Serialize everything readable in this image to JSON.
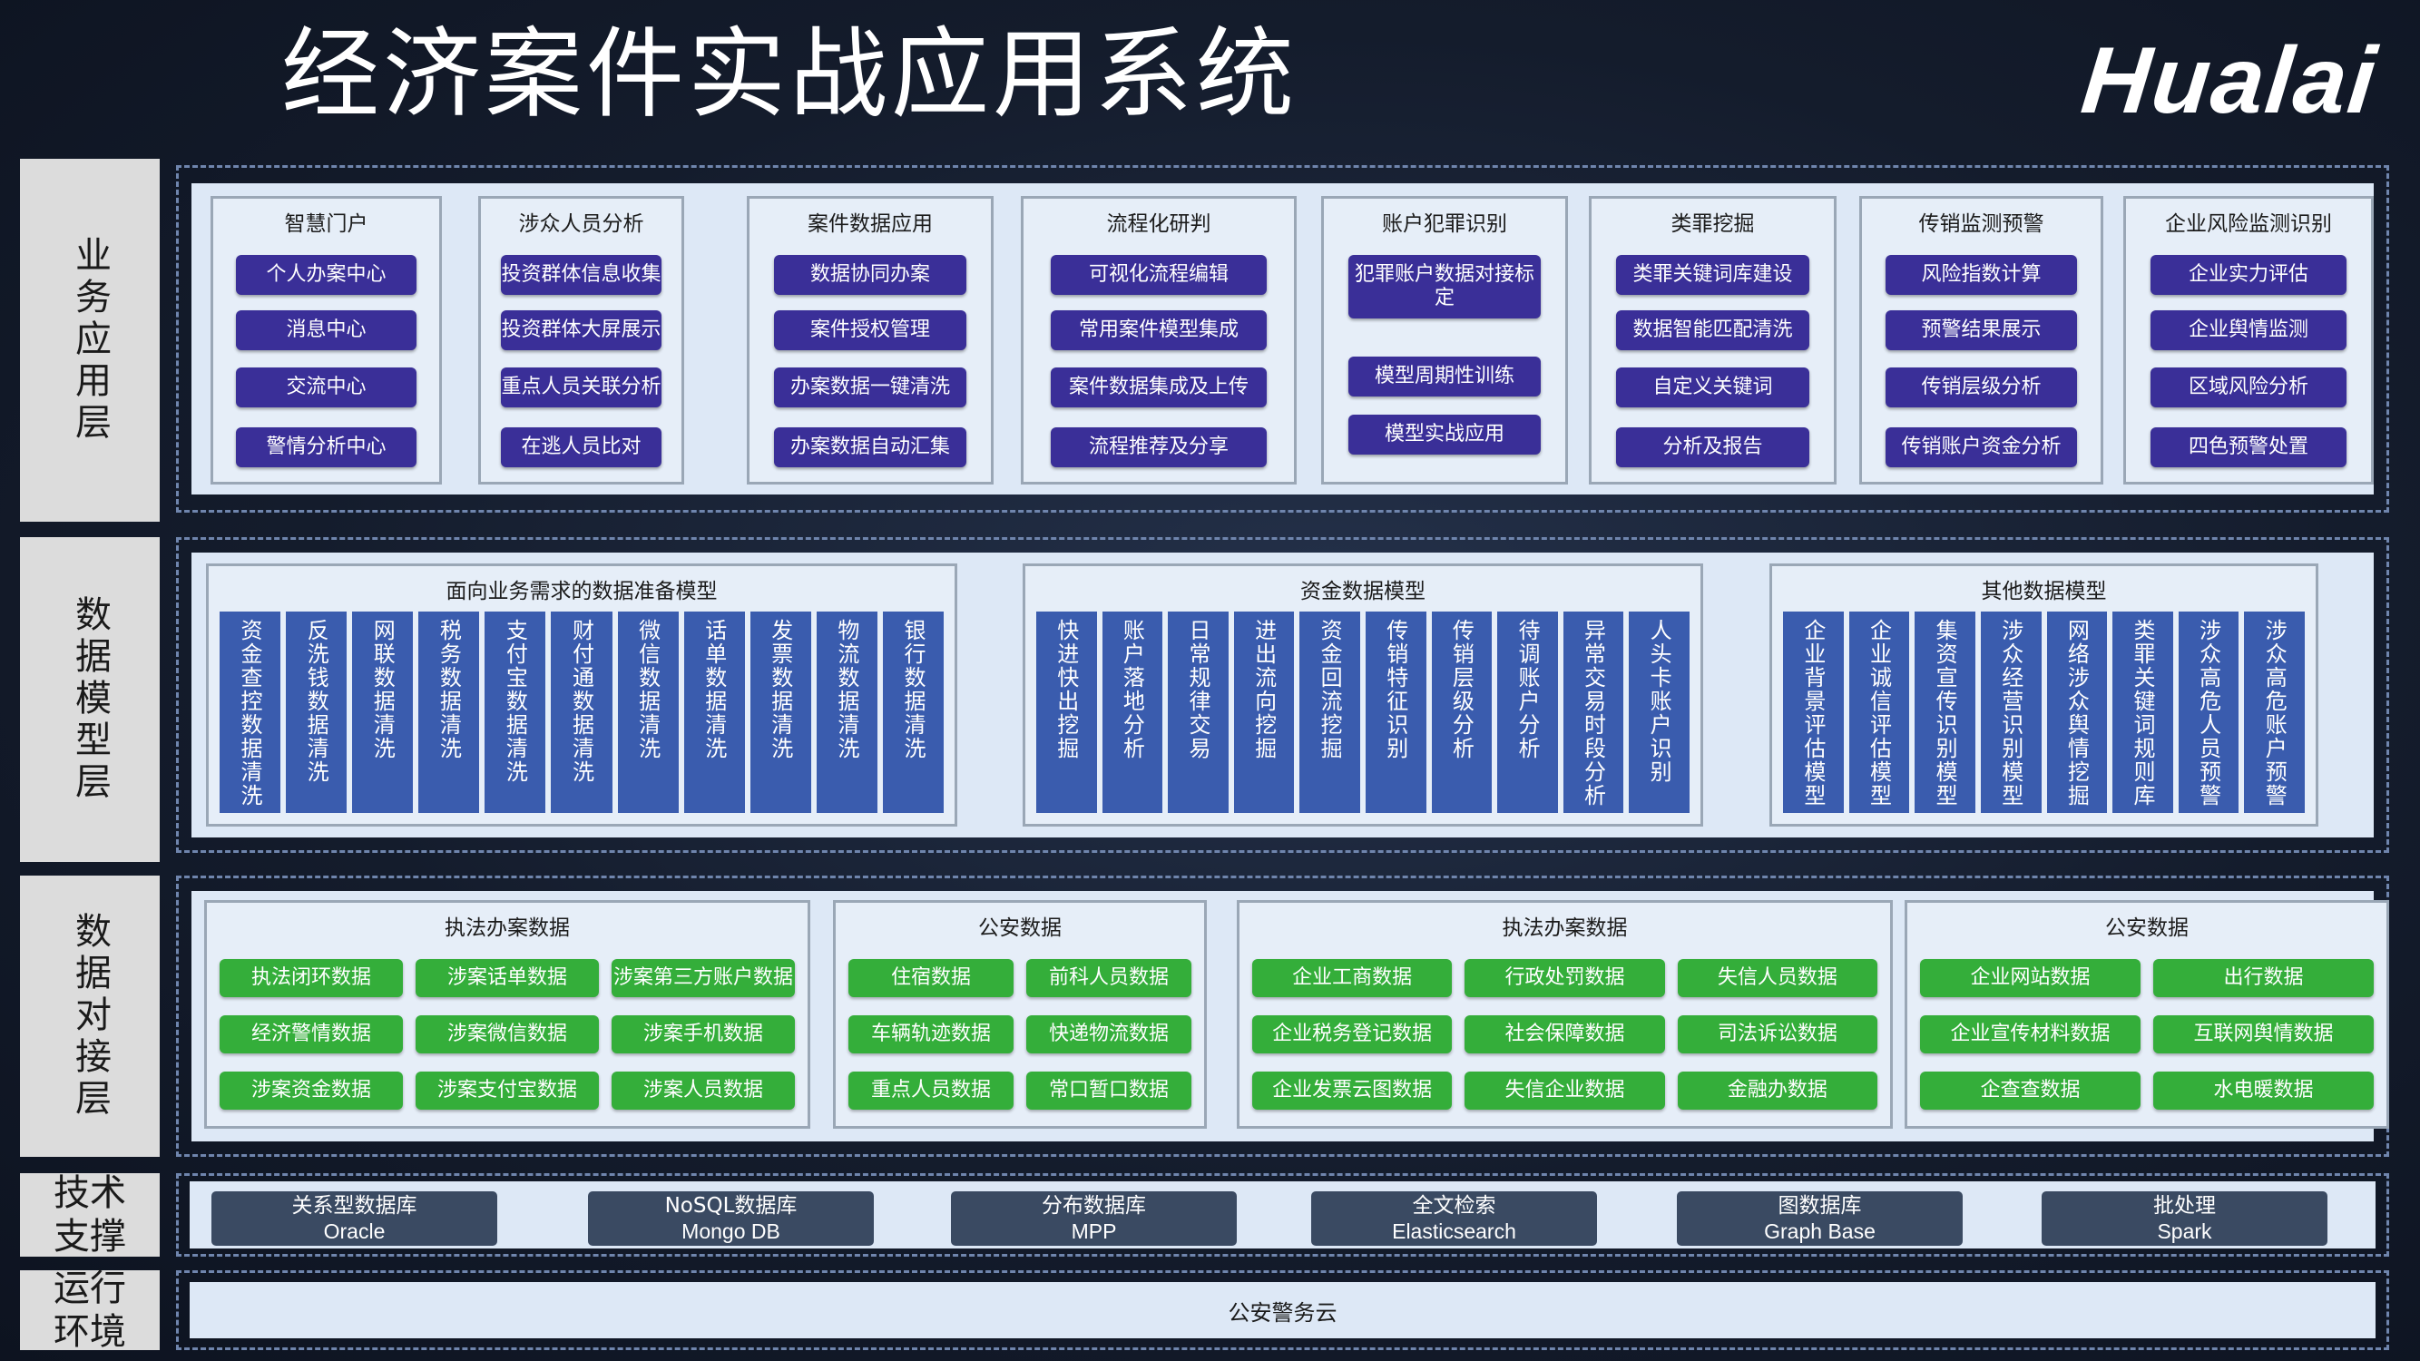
{
  "title": "经济案件实战应用系统",
  "logo_text": "Hualai",
  "layers": {
    "business": "业务应用层",
    "model": "数据模型层",
    "docking": "数据对接层",
    "tech": "技术支撑",
    "runtime": "运行环境"
  },
  "business_groups": [
    {
      "title": "智慧门户",
      "items": [
        "个人办案中心",
        "消息中心",
        "交流中心",
        "警情分析中心"
      ]
    },
    {
      "title": "涉众人员分析",
      "items": [
        "投资群体信息收集",
        "投资群体大屏展示",
        "重点人员关联分析",
        "在逃人员比对"
      ]
    },
    {
      "title": "案件数据应用",
      "items": [
        "数据协同办案",
        "案件授权管理",
        "办案数据一键清洗",
        "办案数据自动汇集"
      ]
    },
    {
      "title": "流程化研判",
      "items": [
        "可视化流程编辑",
        "常用案件模型集成",
        "案件数据集成及上传",
        "流程推荐及分享"
      ]
    },
    {
      "title": "账户犯罪识别",
      "items": [
        "犯罪账户数据对接标定",
        "模型周期性训练",
        "模型实战应用"
      ]
    },
    {
      "title": "类罪挖掘",
      "items": [
        "类罪关键词库建设",
        "数据智能匹配清洗",
        "自定义关键词",
        "分析及报告"
      ]
    },
    {
      "title": "传销监测预警",
      "items": [
        "风险指数计算",
        "预警结果展示",
        "传销层级分析",
        "传销账户资金分析"
      ]
    },
    {
      "title": "企业风险监测识别",
      "items": [
        "企业实力评估",
        "企业舆情监测",
        "区域风险分析",
        "四色预警处置"
      ]
    }
  ],
  "model_groups": [
    {
      "title": "面向业务需求的数据准备模型",
      "items": [
        "资金查控数据清洗",
        "反洗钱数据清洗",
        "网联数据清洗",
        "税务数据清洗",
        "支付宝数据清洗",
        "财付通数据清洗",
        "微信数据清洗",
        "话单数据清洗",
        "发票数据清洗",
        "物流数据清洗",
        "银行数据清洗"
      ]
    },
    {
      "title": "资金数据模型",
      "items": [
        "快进快出挖掘",
        "账户落地分析",
        "日常规律交易",
        "进出流向挖掘",
        "资金回流挖掘",
        "传销特征识别",
        "传销层级分析",
        "待调账户分析",
        "异常交易时段分析",
        "人头卡账户识别"
      ]
    },
    {
      "title": "其他数据模型",
      "items": [
        "企业背景评估模型",
        "企业诚信评估模型",
        "集资宣传识别模型",
        "涉众经营识别模型",
        "网络涉众舆情挖掘",
        "类罪关键词规则库",
        "涉众高危人员预警",
        "涉众高危账户预警"
      ]
    }
  ],
  "docking_groups": [
    {
      "title": "执法办案数据",
      "items": [
        "执法闭环数据",
        "涉案话单数据",
        "涉案第三方账户数据",
        "经济警情数据",
        "涉案微信数据",
        "涉案手机数据",
        "涉案资金数据",
        "涉案支付宝数据",
        "涉案人员数据"
      ]
    },
    {
      "title": "公安数据",
      "items": [
        "住宿数据",
        "前科人员数据",
        "车辆轨迹数据",
        "快递物流数据",
        "重点人员数据",
        "常口暂口数据"
      ]
    },
    {
      "title": "执法办案数据",
      "items": [
        "企业工商数据",
        "行政处罚数据",
        "失信人员数据",
        "企业税务登记数据",
        "社会保障数据",
        "司法诉讼数据",
        "企业发票云图数据",
        "失信企业数据",
        "金融办数据"
      ]
    },
    {
      "title": "公安数据",
      "items": [
        "企业网站数据",
        "出行数据",
        "企业宣传材料数据",
        "互联网舆情数据",
        "企查查数据",
        "水电暖数据"
      ]
    }
  ],
  "tech": [
    {
      "label": "关系型数据库",
      "name": "Oracle"
    },
    {
      "label": "NoSQL数据库",
      "name": "Mongo DB"
    },
    {
      "label": "分布数据库",
      "name": "MPP"
    },
    {
      "label": "全文检索",
      "name": "Elasticsearch"
    },
    {
      "label": "图数据库",
      "name": "Graph Base"
    },
    {
      "label": "批处理",
      "name": "Spark"
    }
  ],
  "runtime_text": "公安警务云",
  "colors": {
    "app_button": "#3a2f98",
    "model_column": "#3a5cae",
    "docking_button": "#34ae3a",
    "tech_bar": "#3a4a62",
    "panel": "#dde8f6"
  }
}
